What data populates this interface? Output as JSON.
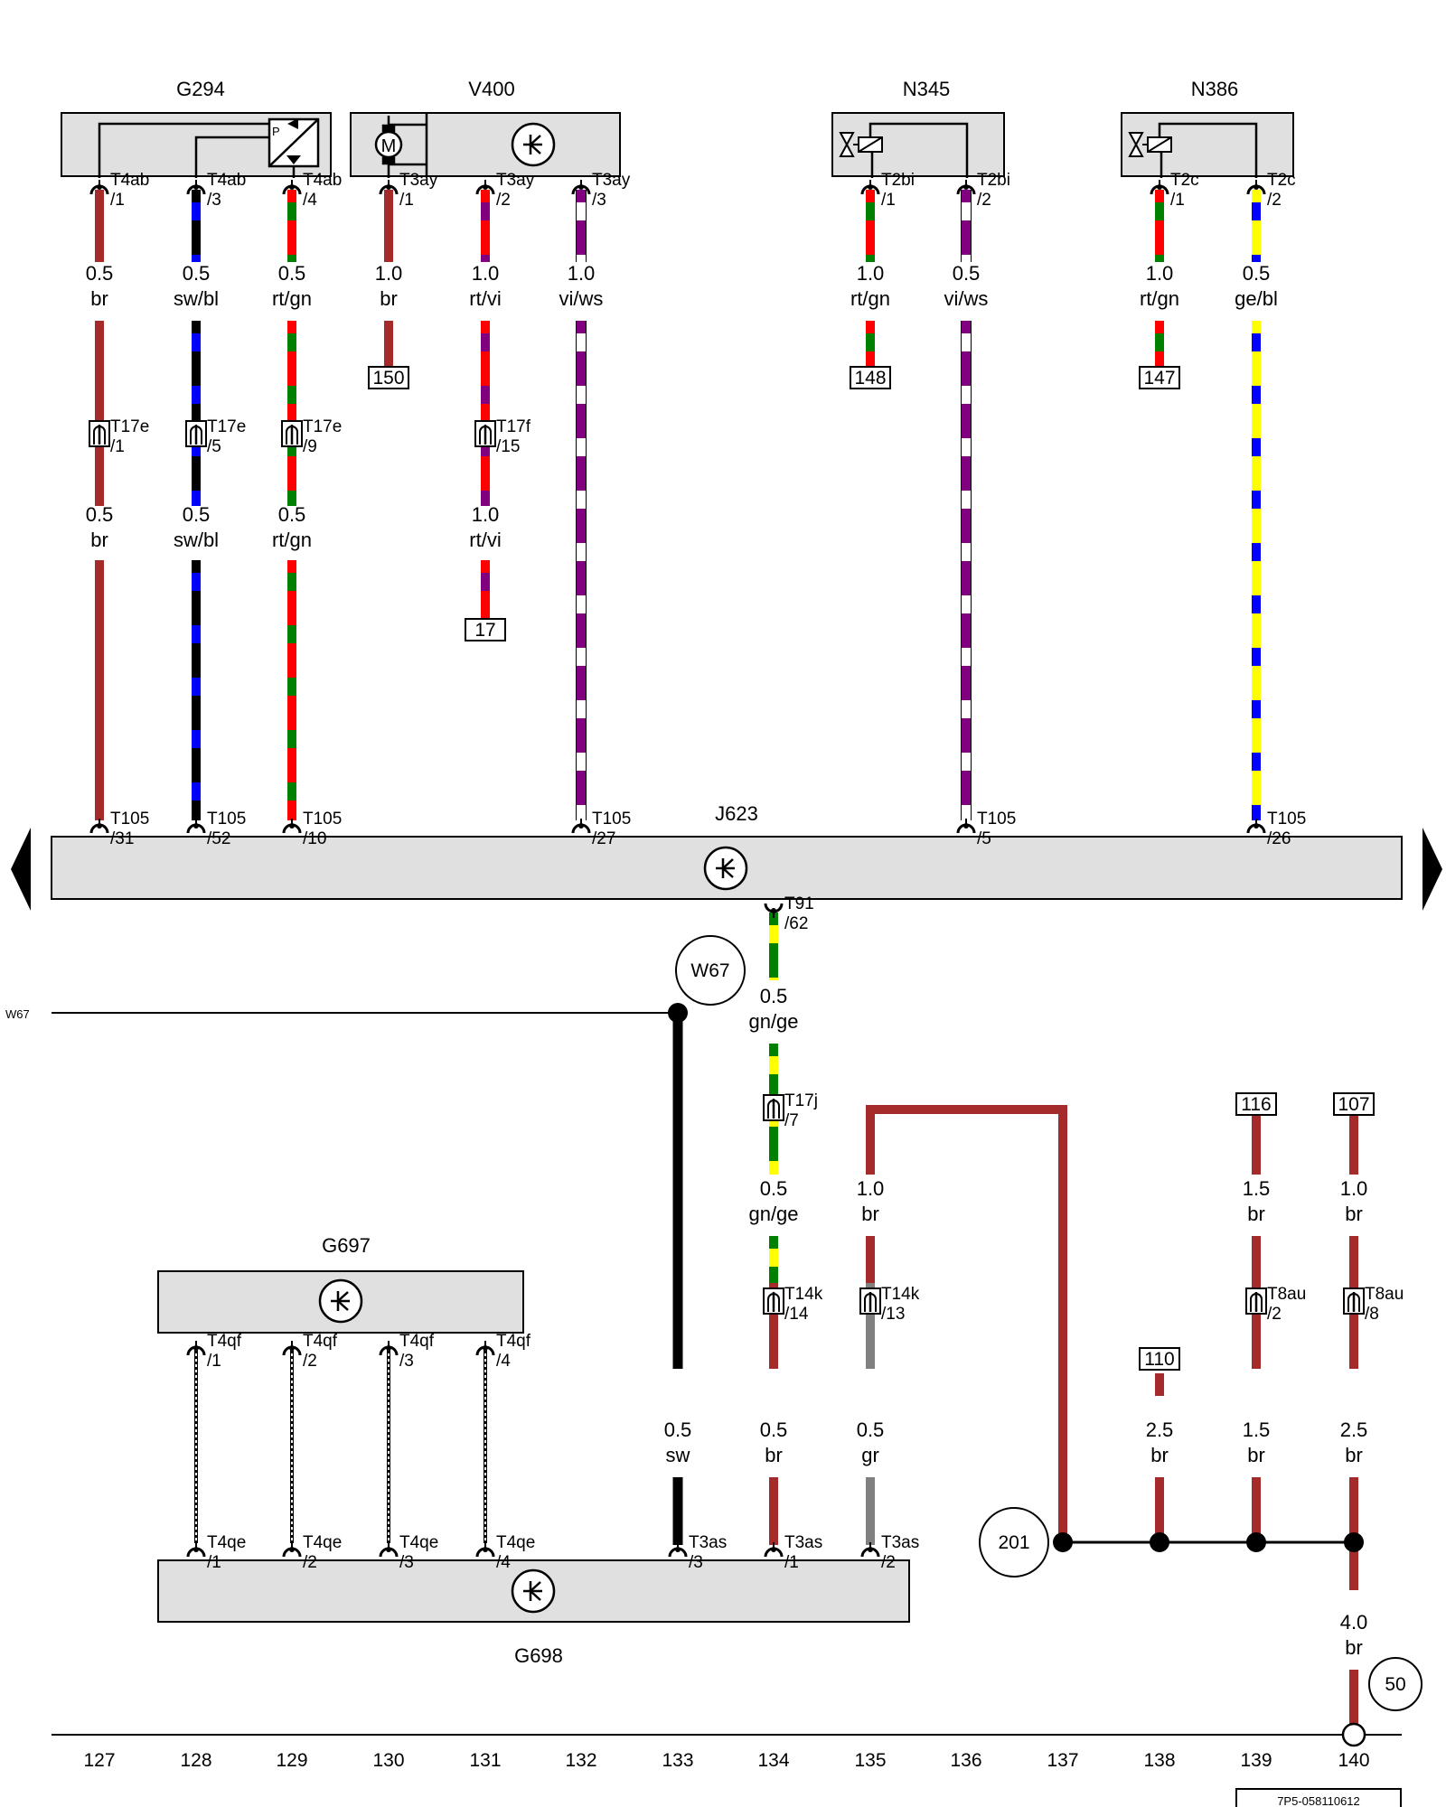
{
  "diagram_code": "7P5-058110612",
  "side_label_w67": "W67",
  "components": {
    "g294": "G294",
    "v400": "V400",
    "n345": "N345",
    "n386": "N386",
    "j623": "J623",
    "g697": "G697",
    "g698": "G698"
  },
  "markers": {
    "w67": "W67",
    "m201": "201",
    "m50": "50"
  },
  "references": {
    "r150": "150",
    "r148": "148",
    "r147": "147",
    "r17": "17",
    "r116": "116",
    "r107": "107",
    "r110": "110"
  },
  "columns": [
    "127",
    "128",
    "129",
    "130",
    "131",
    "132",
    "133",
    "134",
    "135",
    "136",
    "137",
    "138",
    "139",
    "140"
  ],
  "pins": {
    "t4ab1": [
      "T4ab",
      "/1"
    ],
    "t4ab3": [
      "T4ab",
      "/3"
    ],
    "t4ab4": [
      "T4ab",
      "/4"
    ],
    "t3ay1": [
      "T3ay",
      "/1"
    ],
    "t3ay2": [
      "T3ay",
      "/2"
    ],
    "t3ay3": [
      "T3ay",
      "/3"
    ],
    "t2bi1": [
      "T2bi",
      "/1"
    ],
    "t2bi2": [
      "T2bi",
      "/2"
    ],
    "t2c1": [
      "T2c",
      "/1"
    ],
    "t2c2": [
      "T2c",
      "/2"
    ],
    "t17e1": [
      "T17e",
      "/1"
    ],
    "t17e5": [
      "T17e",
      "/5"
    ],
    "t17e9": [
      "T17e",
      "/9"
    ],
    "t17f15": [
      "T17f",
      "/15"
    ],
    "t105_31": [
      "T105",
      "/31"
    ],
    "t105_52": [
      "T105",
      "/52"
    ],
    "t105_10": [
      "T105",
      "/10"
    ],
    "t105_27": [
      "T105",
      "/27"
    ],
    "t105_5": [
      "T105",
      "/5"
    ],
    "t105_26": [
      "T105",
      "/26"
    ],
    "t91_62": [
      "T91",
      "/62"
    ],
    "t17j7": [
      "T17j",
      "/7"
    ],
    "t14k14": [
      "T14k",
      "/14"
    ],
    "t14k13": [
      "T14k",
      "/13"
    ],
    "t8au2": [
      "T8au",
      "/2"
    ],
    "t8au8": [
      "T8au",
      "/8"
    ],
    "t4qf1": [
      "T4qf",
      "/1"
    ],
    "t4qf2": [
      "T4qf",
      "/2"
    ],
    "t4qf3": [
      "T4qf",
      "/3"
    ],
    "t4qf4": [
      "T4qf",
      "/4"
    ],
    "t4qe1": [
      "T4qe",
      "/1"
    ],
    "t4qe2": [
      "T4qe",
      "/2"
    ],
    "t4qe3": [
      "T4qe",
      "/3"
    ],
    "t4qe4": [
      "T4qe",
      "/4"
    ],
    "t3as3": [
      "T3as",
      "/3"
    ],
    "t3as1": [
      "T3as",
      "/1"
    ],
    "t3as2": [
      "T3as",
      "/2"
    ]
  },
  "wires": {
    "w127a": [
      "0.5",
      "br"
    ],
    "w128a": [
      "0.5",
      "sw/bl"
    ],
    "w129a": [
      "0.5",
      "rt/gn"
    ],
    "w130a": [
      "1.0",
      "br"
    ],
    "w131a": [
      "1.0",
      "rt/vi"
    ],
    "w132a": [
      "1.0",
      "vi/ws"
    ],
    "w135a": [
      "1.0",
      "rt/gn"
    ],
    "w136a": [
      "0.5",
      "vi/ws"
    ],
    "w138a": [
      "1.0",
      "rt/gn"
    ],
    "w139a": [
      "0.5",
      "ge/bl"
    ],
    "w127b": [
      "0.5",
      "br"
    ],
    "w128b": [
      "0.5",
      "sw/bl"
    ],
    "w129b": [
      "0.5",
      "rt/gn"
    ],
    "w131b": [
      "1.0",
      "rt/vi"
    ],
    "w134a": [
      "0.5",
      "gn/ge"
    ],
    "w134b": [
      "0.5",
      "gn/ge"
    ],
    "w134c": [
      "0.5",
      "br"
    ],
    "w135b": [
      "1.0",
      "br"
    ],
    "w135c": [
      "0.5",
      "gr"
    ],
    "w133": [
      "0.5",
      "sw"
    ],
    "w139b": [
      "1.5",
      "br"
    ],
    "w140a": [
      "1.0",
      "br"
    ],
    "w138c": [
      "2.5",
      "br"
    ],
    "w139c": [
      "1.5",
      "br"
    ],
    "w140c": [
      "2.5",
      "br"
    ],
    "w140d": [
      "4.0",
      "br"
    ]
  },
  "colors": {
    "br": "#a52a2a",
    "sw": "#000000",
    "bl": "#0000ff",
    "rt": "#ff0000",
    "gn": "#008000",
    "vi": "#800080",
    "ws": "#ffffff",
    "ge": "#ffff00",
    "gr": "#808080"
  }
}
